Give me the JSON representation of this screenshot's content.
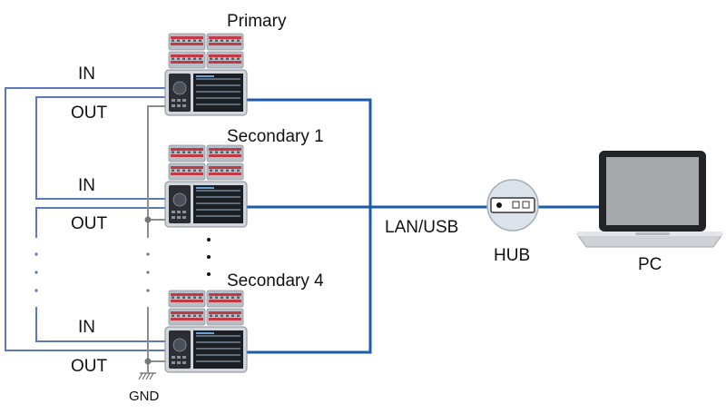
{
  "colors": {
    "signal_wire": "#5b78b8",
    "lan_wire": "#1c5bab",
    "ground_wire": "#8c8c8c",
    "device_body": "#d2d5da",
    "device_screen": "#1b1f24",
    "module_stripe": "#c23a44"
  },
  "devices": [
    {
      "label": "Primary"
    },
    {
      "label": "Secondary 1"
    },
    {
      "label": "Secondary 4"
    }
  ],
  "signals": {
    "in_label": "IN",
    "out_label": "OUT"
  },
  "ground": {
    "label": "GND",
    "icon": "ground-icon"
  },
  "link": {
    "label": "LAN/USB"
  },
  "hub": {
    "label": "HUB",
    "icon": "hub-icon"
  },
  "pc": {
    "label": "PC",
    "icon": "laptop-icon"
  }
}
